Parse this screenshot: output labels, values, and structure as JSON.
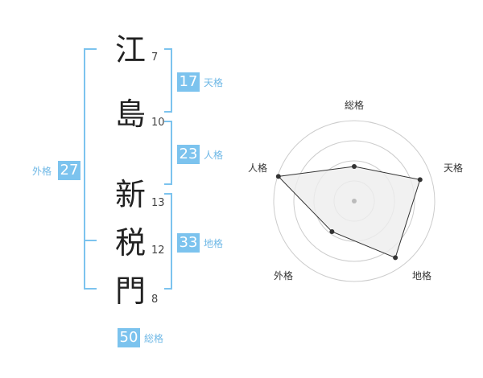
{
  "name": {
    "characters": [
      {
        "char": "江",
        "strokes": "7"
      },
      {
        "char": "島",
        "strokes": "10"
      },
      {
        "char": "新",
        "strokes": "13"
      },
      {
        "char": "税",
        "strokes": "12"
      },
      {
        "char": "門",
        "strokes": "8"
      }
    ]
  },
  "kaku": {
    "tenkaku": {
      "value": "17",
      "label": "天格"
    },
    "jinkaku": {
      "value": "23",
      "label": "人格"
    },
    "chikaku": {
      "value": "33",
      "label": "地格"
    },
    "gaikaku": {
      "value": "27",
      "label": "外格"
    },
    "soukaku": {
      "value": "50",
      "label": "総格"
    }
  },
  "radar": {
    "axes": [
      "総格",
      "天格",
      "地格",
      "外格",
      "人格"
    ],
    "levels": 4,
    "values": [
      0.43,
      0.86,
      0.87,
      0.47,
      0.99
    ],
    "colors": {
      "fill": "#eeeeee",
      "stroke": "#333333",
      "grid": "#cccccc",
      "center": "#bbbbbb"
    }
  },
  "colors": {
    "accent": "#7cc3ee"
  }
}
